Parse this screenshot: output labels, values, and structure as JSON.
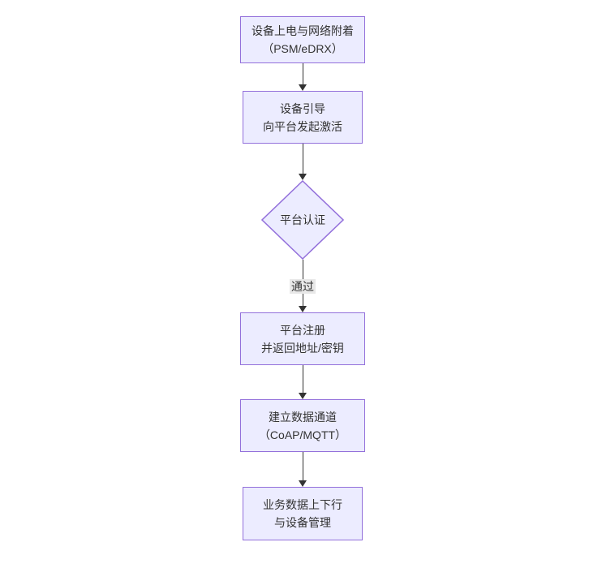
{
  "diagram": {
    "type": "flowchart",
    "direction": "top-down",
    "colors": {
      "node_fill": "#ECECFF",
      "node_border": "#9370DB",
      "line_color": "#333333",
      "text_color": "#333333",
      "edge_label_bg": "#e8e8e8",
      "canvas_bg": "#ffffff"
    },
    "nodes": {
      "power_on": {
        "line1": "设备上电与网络附着",
        "line2": "（PSM/eDRX）"
      },
      "bootstrap": {
        "line1": "设备引导",
        "line2": "向平台发起激活"
      },
      "auth": {
        "label": "平台认证"
      },
      "register": {
        "line1": "平台注册",
        "line2": "并返回地址/密钥"
      },
      "channel": {
        "line1": "建立数据通道",
        "line2": "（CoAP/MQTT）"
      },
      "business": {
        "line1": "业务数据上下行",
        "line2": "与设备管理"
      }
    },
    "edges": {
      "auth_pass_label": "通过"
    }
  }
}
